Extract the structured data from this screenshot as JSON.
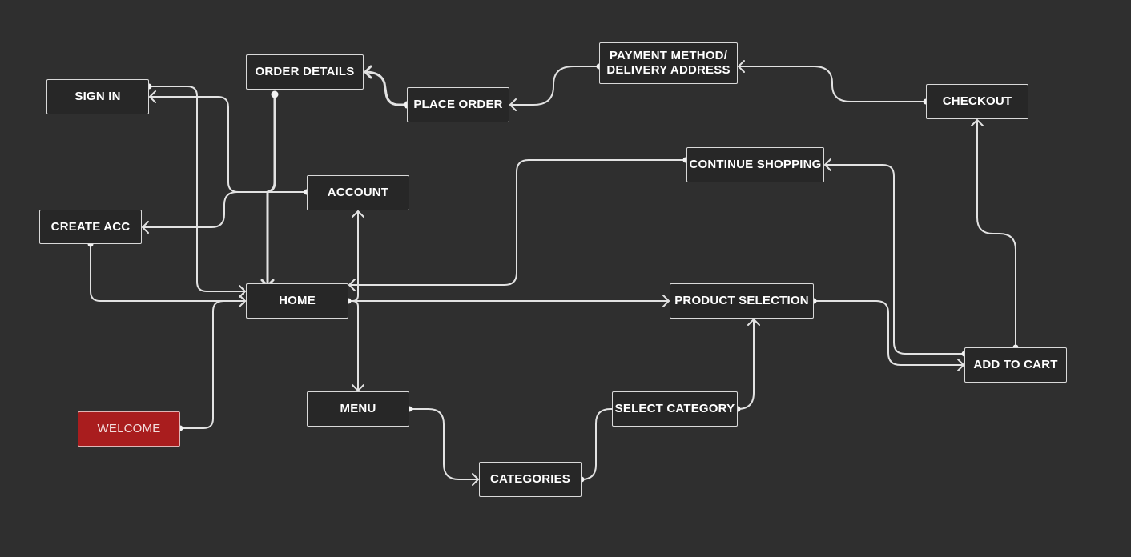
{
  "diagram": {
    "nodes": {
      "sign_in": "SIGN IN",
      "order_details": "ORDER DETAILS",
      "place_order": "PLACE ORDER",
      "payment_delivery": "PAYMENT METHOD/\nDELIVERY ADDRESS",
      "checkout": "CHECKOUT",
      "continue_shopping": "CONTINUE SHOPPING",
      "account": "ACCOUNT",
      "create_acc": "CREATE ACC",
      "home": "HOME",
      "product_selection": "PRODUCT SELECTION",
      "add_to_cart": "ADD TO CART",
      "menu": "MENU",
      "select_category": "SELECT CATEGORY",
      "categories": "CATEGORIES",
      "welcome": "WELCOME"
    },
    "colors": {
      "background": "#2f2f2f",
      "node_fill": "#272727",
      "node_border": "#d9d9d9",
      "edge": "#e2e2e2",
      "start_node": "#a91d1e"
    },
    "edges": [
      {
        "from": "welcome",
        "to": "home"
      },
      {
        "from": "create_acc",
        "to": "home"
      },
      {
        "from": "sign_in",
        "to": "home"
      },
      {
        "from": "account",
        "to": "sign_in"
      },
      {
        "from": "account",
        "to": "create_acc"
      },
      {
        "from": "order_details",
        "to": "home"
      },
      {
        "from": "place_order",
        "to": "order_details"
      },
      {
        "from": "payment_delivery",
        "to": "place_order"
      },
      {
        "from": "checkout",
        "to": "payment_delivery"
      },
      {
        "from": "add_to_cart",
        "to": "checkout"
      },
      {
        "from": "add_to_cart",
        "to": "continue_shopping"
      },
      {
        "from": "continue_shopping",
        "to": "home"
      },
      {
        "from": "home",
        "to": "account"
      },
      {
        "from": "home",
        "to": "menu"
      },
      {
        "from": "home",
        "to": "product_selection"
      },
      {
        "from": "product_selection",
        "to": "add_to_cart"
      },
      {
        "from": "menu",
        "to": "categories"
      },
      {
        "from": "categories",
        "to": "select_category"
      },
      {
        "from": "select_category",
        "to": "product_selection"
      }
    ]
  }
}
